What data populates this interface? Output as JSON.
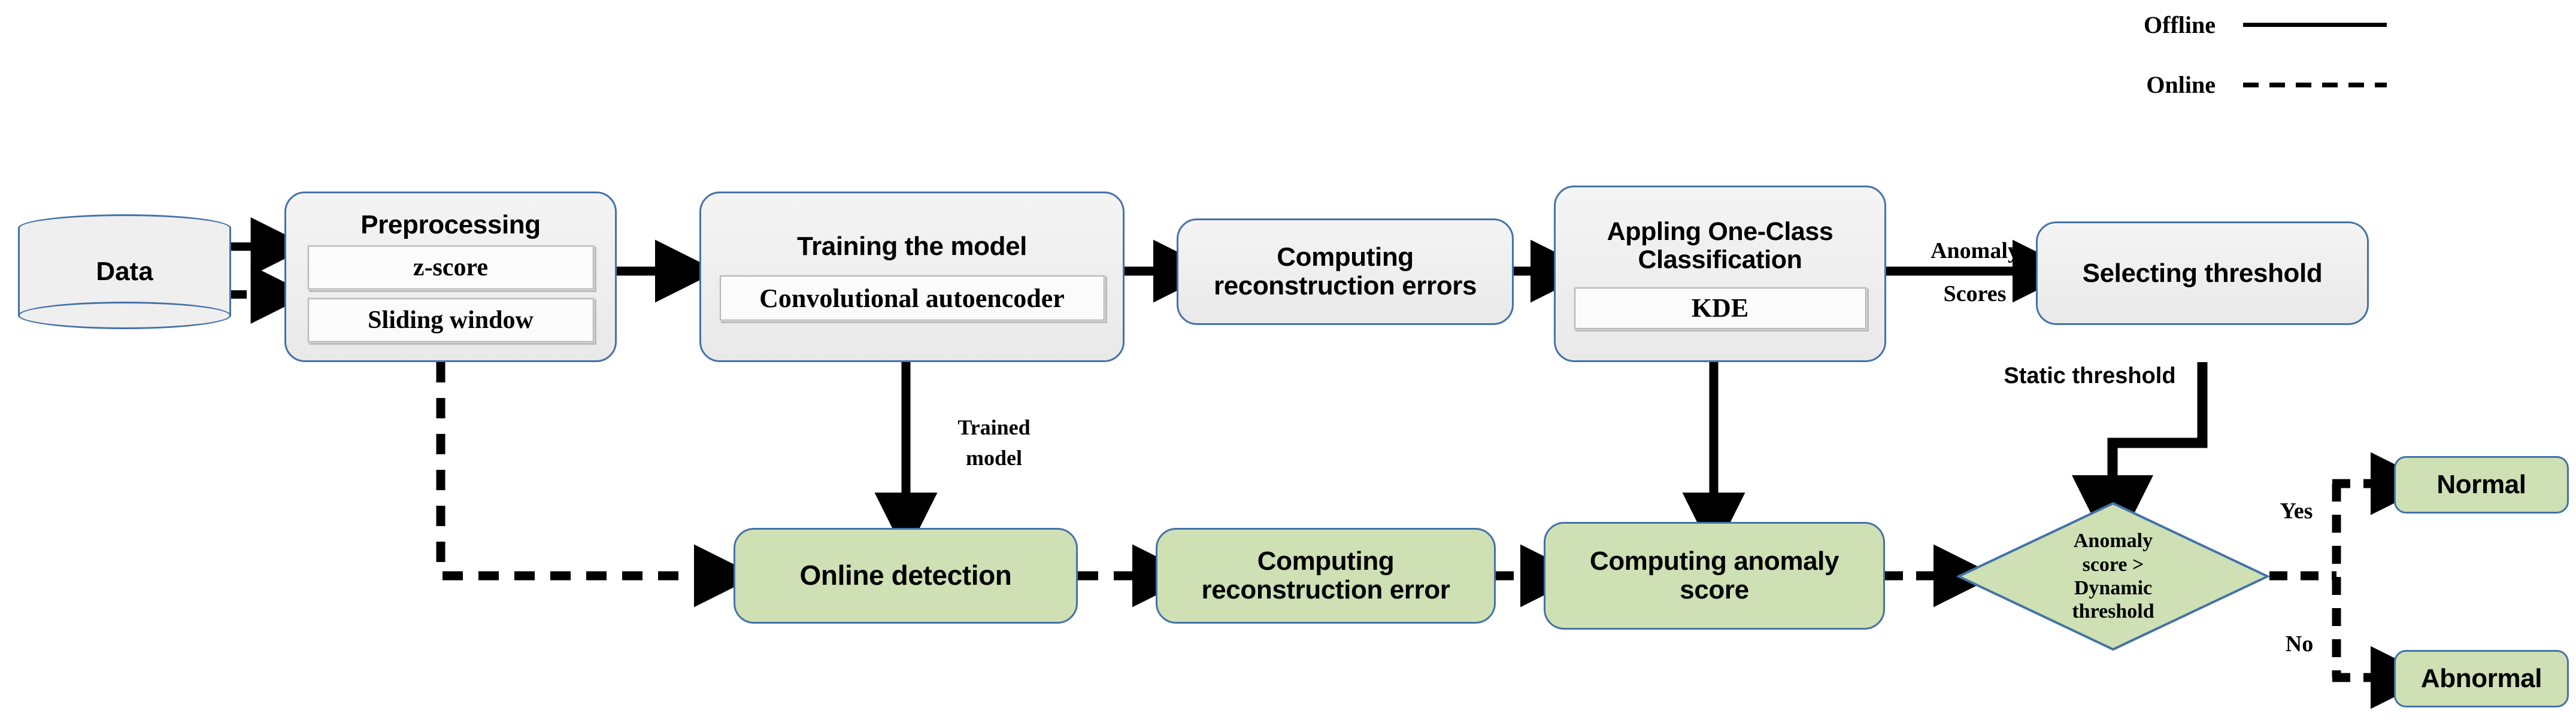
{
  "legend": {
    "offline": {
      "label": "Offline",
      "style": "solid"
    },
    "online": {
      "label": "Online",
      "style": "dashed"
    }
  },
  "nodes": {
    "data": {
      "label": "Data",
      "shape": "cylinder",
      "fill": "#efefef"
    },
    "preprocessing": {
      "title": "Preprocessing",
      "shape": "rounded-rect",
      "fill": "grey",
      "subitems": [
        "z-score",
        "Sliding window"
      ]
    },
    "training": {
      "title": "Training the model",
      "shape": "rounded-rect",
      "fill": "grey",
      "subitems": [
        "Convolutional autoencoder"
      ]
    },
    "recon_errors": {
      "title": "Computing\nreconstruction errors",
      "line1": "Computing",
      "line2": "reconstruction errors",
      "shape": "rounded-rect",
      "fill": "grey"
    },
    "one_class": {
      "line1": "Appling One-Class",
      "line2": "Classification",
      "shape": "rounded-rect",
      "fill": "grey",
      "subitems": [
        "KDE"
      ]
    },
    "selecting": {
      "title": "Selecting threshold",
      "shape": "rounded-rect",
      "fill": "grey"
    },
    "online_detect": {
      "title": "Online detection",
      "shape": "rounded-rect",
      "fill": "green"
    },
    "recon_error": {
      "line1": "Computing",
      "line2": "reconstruction error",
      "shape": "rounded-rect",
      "fill": "green"
    },
    "anomaly_score": {
      "line1": "Computing anomaly",
      "line2": "score",
      "shape": "rounded-rect",
      "fill": "green"
    },
    "decision": {
      "line1": "Anomaly",
      "line2": "score >",
      "line3": "Dynamic",
      "line4": "threshold",
      "shape": "diamond",
      "fill": "green"
    },
    "normal": {
      "label": "Normal",
      "shape": "rounded-rect",
      "fill": "green"
    },
    "abnormal": {
      "label": "Abnormal",
      "shape": "rounded-rect",
      "fill": "green"
    }
  },
  "edge_labels": {
    "anomaly_scores_1": "Anomaly",
    "anomaly_scores_2": "Scores",
    "static_threshold": "Static threshold",
    "trained_model_1": "Trained",
    "trained_model_2": "model",
    "yes": "Yes",
    "no": "No"
  },
  "colors": {
    "node_border": "#4472a8",
    "grey_fill": "#efefef",
    "green_fill": "#cee0b4",
    "wire": "#000000"
  }
}
